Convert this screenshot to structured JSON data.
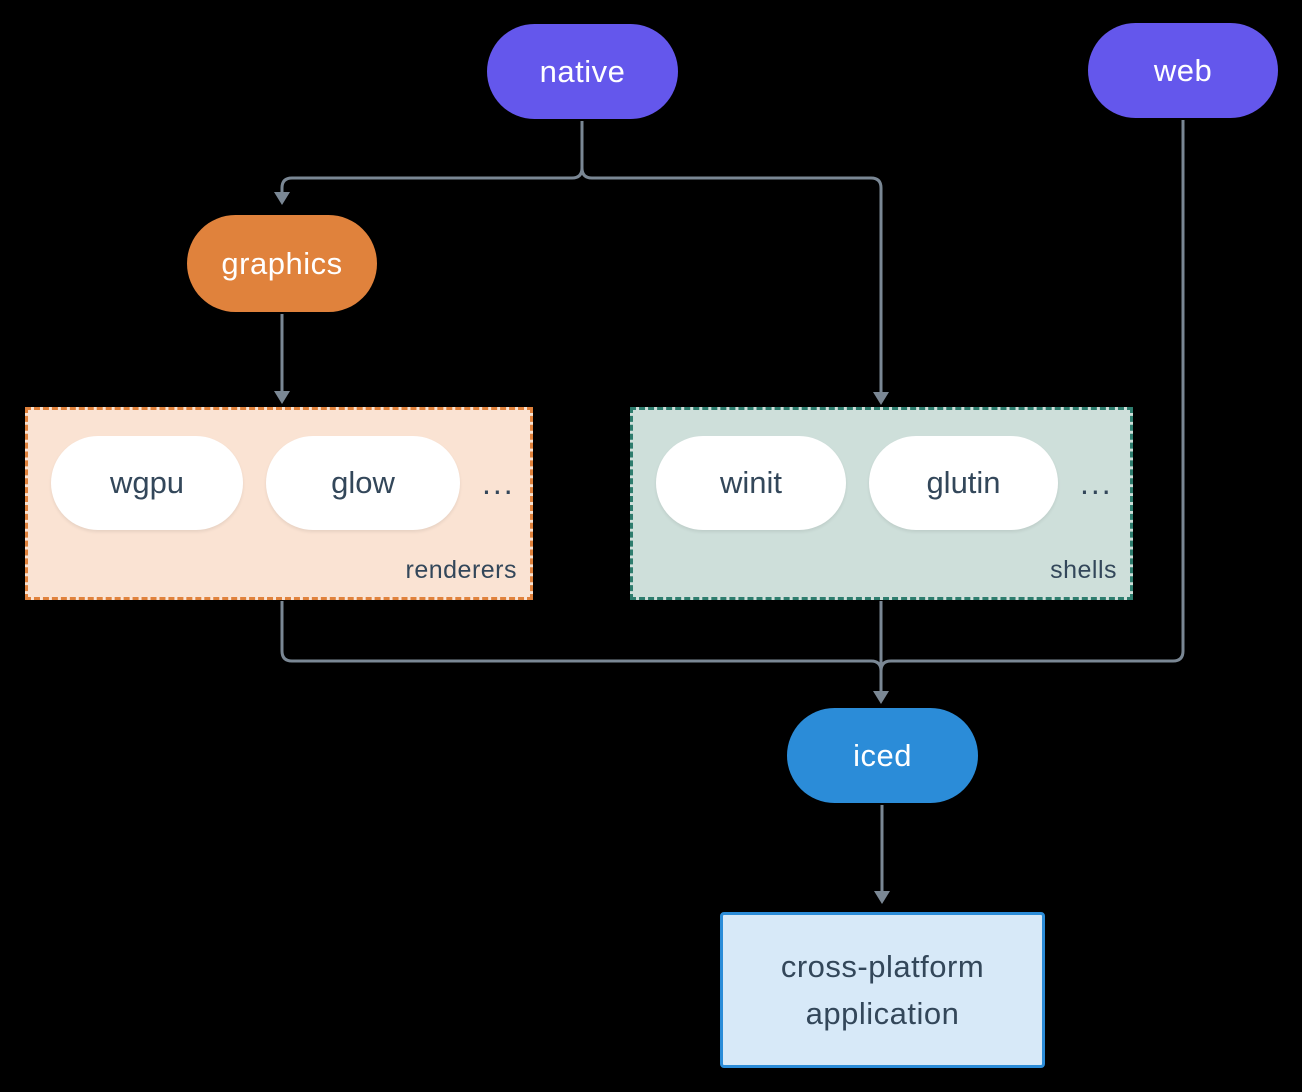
{
  "background": "#000000",
  "colors": {
    "background": "#000000",
    "purple": "#6457EC",
    "orange": "#E0823C",
    "blue": "#2B8CD8",
    "peach_fill": "#FAE3D3",
    "teal_fill": "#CEDFDA",
    "teal_border": "#2E7D6E",
    "app_fill": "#D7E9F8",
    "edge": "#7A8794",
    "dark_text": "#33475A",
    "pill_text": "#FFFFFF",
    "white": "#FFFFFF"
  },
  "nodes": {
    "native": {
      "label": "native"
    },
    "web": {
      "label": "web"
    },
    "graphics": {
      "label": "graphics"
    },
    "iced": {
      "label": "iced"
    },
    "application": {
      "line1": "cross-platform",
      "line2": "application"
    }
  },
  "groups": {
    "renderers": {
      "label": "renderers",
      "items": [
        "wgpu",
        "glow"
      ],
      "ellipsis": "..."
    },
    "shells": {
      "label": "shells",
      "items": [
        "winit",
        "glutin"
      ],
      "ellipsis": "..."
    }
  }
}
